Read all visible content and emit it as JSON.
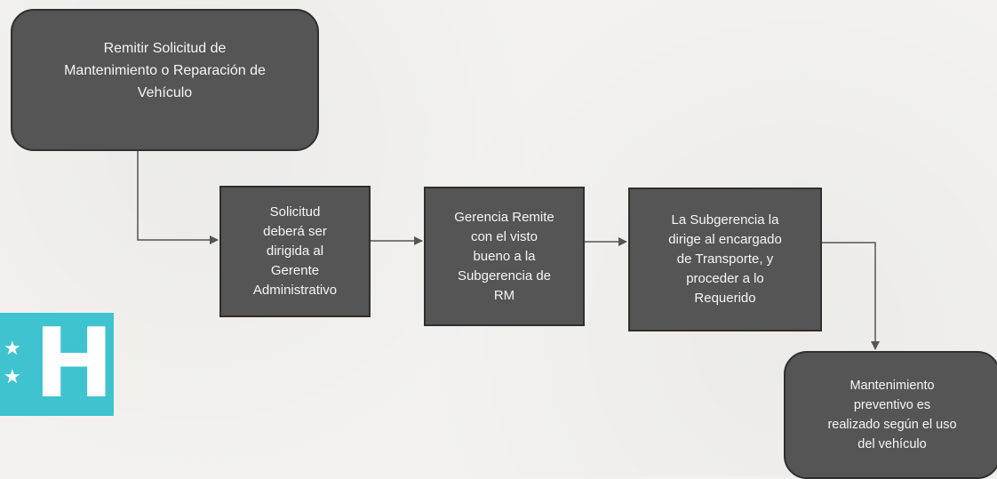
{
  "flowchart": {
    "steps": [
      {
        "text": "Remitir Solicitud de\nMantenimiento o Reparación de\nVehículo"
      },
      {
        "text": "Solicitud\ndeberá ser\ndirigida al\nGerente\nAdministrativo"
      },
      {
        "text": "Gerencia Remite\ncon el visto\nbueno a la\nSubgerencia de\nRM"
      },
      {
        "text": "La Subgerencia la\ndirige al encargado\nde Transporte, y\nproceder a lo\nRequerido"
      },
      {
        "text": "Mantenimiento\npreventivo es\nrealizado según el uso\ndel vehículo"
      }
    ]
  },
  "logo": {
    "letter": "H",
    "star": "★",
    "color": "#3ec3cf"
  },
  "colors": {
    "box_fill": "#555555",
    "box_border": "#2f2f2f",
    "box_text": "#f5f5f5",
    "arrow": "#555555"
  }
}
